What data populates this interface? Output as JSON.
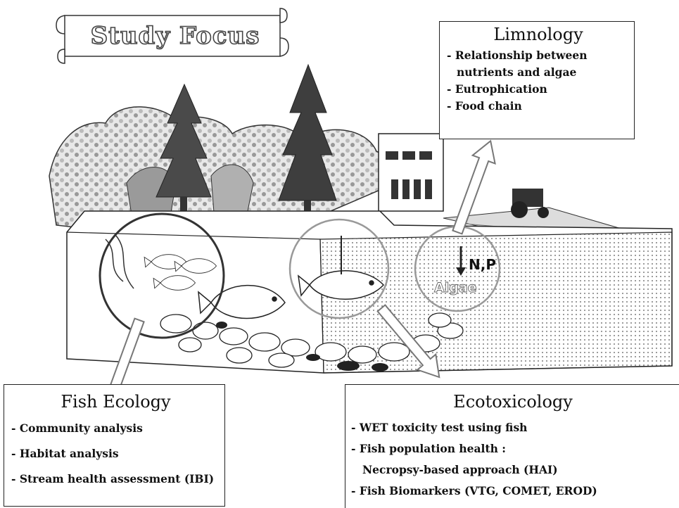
{
  "banner": {
    "title": "Study Focus"
  },
  "scene": {
    "nutrients_label": "N,P",
    "algae_label": "Algae"
  },
  "limnology": {
    "title": "Limnology",
    "items": [
      "- Relationship between",
      "nutrients and algae",
      "- Eutrophication",
      "- Food chain"
    ]
  },
  "fish_ecology": {
    "title": "Fish Ecology",
    "items": [
      "- Community analysis",
      "- Habitat analysis",
      "- Stream health assessment (IBI)"
    ]
  },
  "ecotoxicology": {
    "title": "Ecotoxicology",
    "items": [
      "- WET toxicity test using fish",
      "- Fish population health :",
      "Necropsy-based approach (HAI)",
      "- Fish Biomarkers (VTG, COMET, EROD)"
    ]
  }
}
